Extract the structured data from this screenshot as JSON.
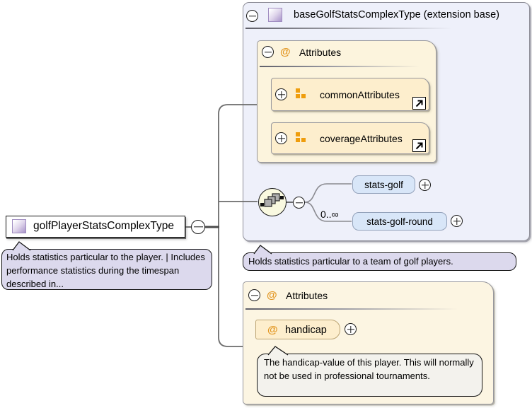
{
  "colors": {
    "lavender_fill": "#eef0fa",
    "cream_section_fill": "#fcf4dd",
    "cream_item_fill": "#fdeecd",
    "element_fill": "#d8e6f8",
    "annotation_fill": "#dcd9ed",
    "orange_icon": "#e2951f"
  },
  "icons": {
    "at": "@"
  },
  "root_type": {
    "label": "golfPlayerStatsComplexType",
    "annotation": "Holds statistics particular to the player. | Includes performance statistics during the timespan described in..."
  },
  "base_type": {
    "label": "baseGolfStatsComplexType (extension base)",
    "annotation": "Holds statistics particular to a team of golf players.",
    "attributes_header": "Attributes",
    "attribute_groups": [
      {
        "label": "commonAttributes"
      },
      {
        "label": "coverageAttributes"
      }
    ],
    "sequence_elements": [
      {
        "label": "stats-golf",
        "occurrence": ""
      },
      {
        "label": "stats-golf-round",
        "occurrence": "0..∞"
      }
    ]
  },
  "local_attributes": {
    "attributes_header": "Attributes",
    "attributes": [
      {
        "label": "handicap",
        "annotation": "The handicap-value of this player. This will normally not be used in professional tournaments."
      }
    ]
  }
}
